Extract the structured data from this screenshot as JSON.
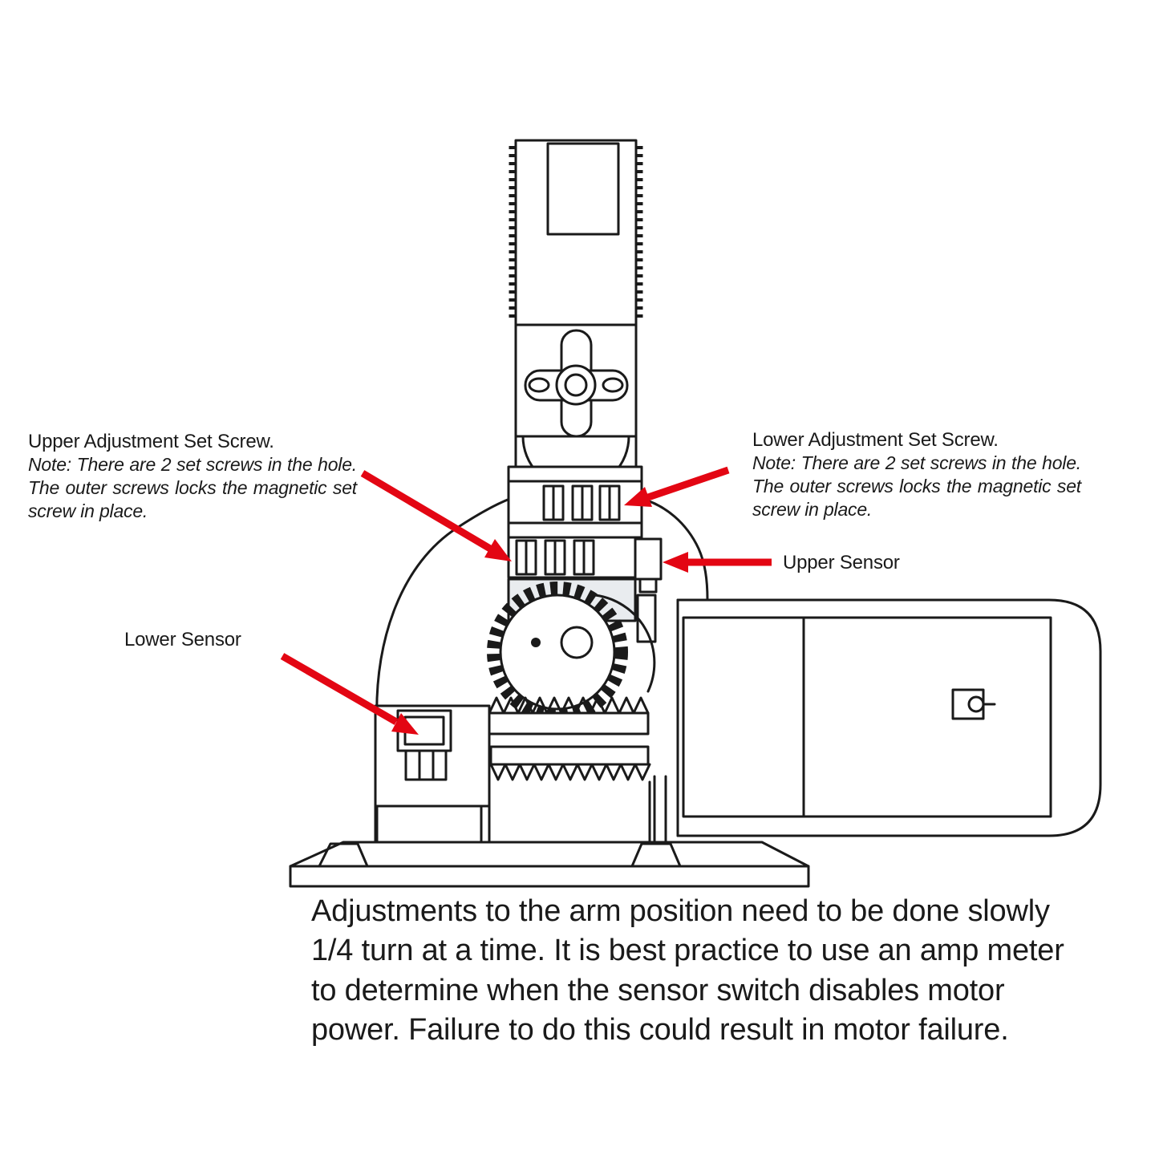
{
  "colors": {
    "arrow": "#e30613",
    "ink": "#1a1a1a"
  },
  "labels": {
    "upper_set_screw": {
      "title": "Upper Adjustment Set Screw.",
      "note": "Note: There are 2 set screws in the hole. The outer screws locks the magnetic set screw in place."
    },
    "lower_set_screw": {
      "title": "Lower Adjustment Set Screw.",
      "note": "Note: There are 2 set screws in the hole. The outer screws locks the magnetic set screw in place."
    },
    "upper_sensor": "Upper Sensor",
    "lower_sensor": "Lower Sensor"
  },
  "footer": {
    "text": "Adjustments to the arm position need to be done slowly 1/4 turn at a time. It is best practice to use an amp meter to determine when the sensor switch disables motor power. Failure to do this could result in motor failure."
  }
}
